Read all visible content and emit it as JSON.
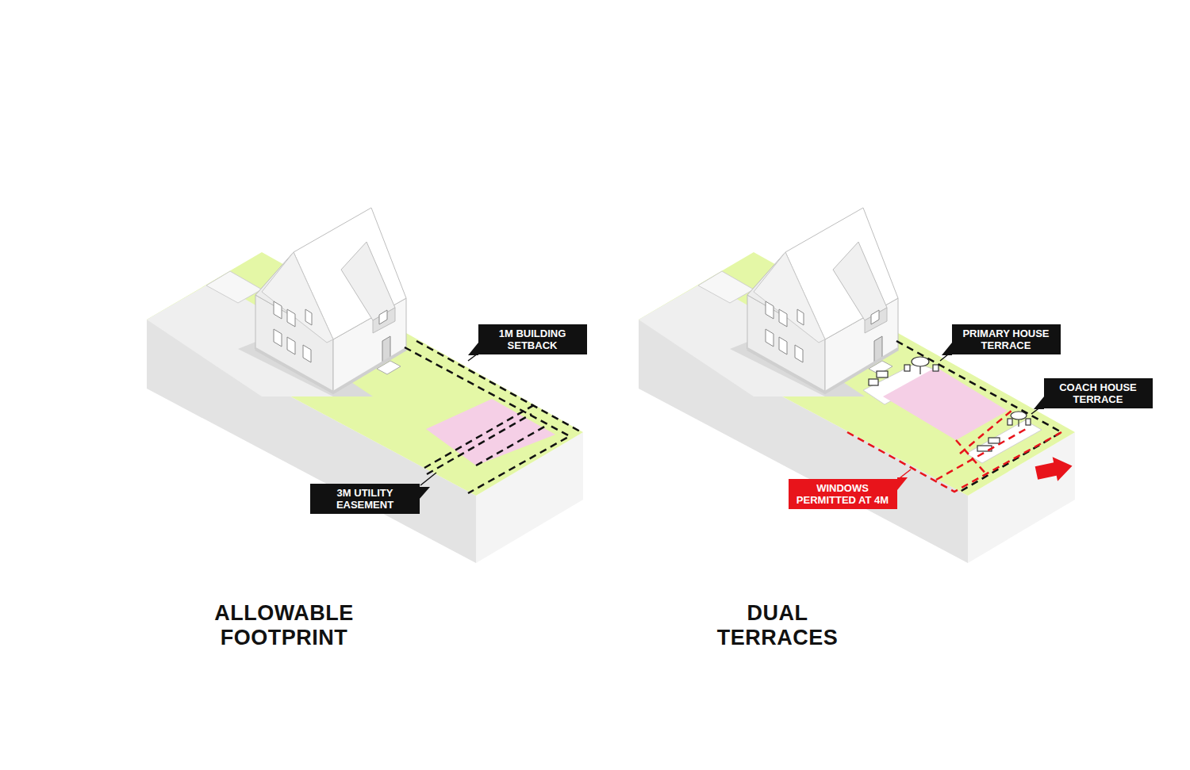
{
  "diagram": {
    "nodes": [
      {
        "text": [
          "1M BUILDING SETBACK"
        ]
      },
      {
        "text": [
          "3M UTILITY EASEMENT"
        ]
      },
      {
        "text": [
          "PRIMARY HOUSE TERRACE"
        ]
      },
      {
        "text": [
          "COACH HOUSE TERRACE"
        ]
      },
      {
        "text": [
          "WINDOWS PERMITTED AT 4M"
        ]
      }
    ],
    "labels": [
      "ALLOWABLE FOOTPRINT",
      "DUAL TERRACES"
    ]
  }
}
